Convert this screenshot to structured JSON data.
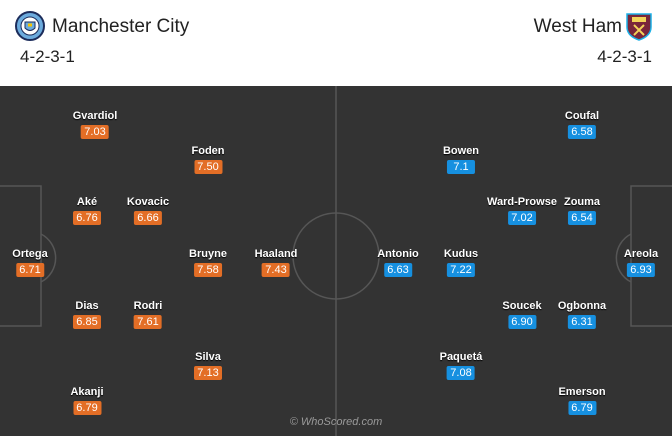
{
  "home": {
    "name": "Manchester City",
    "formation": "4-2-3-1",
    "icon": "manchester-city-crest",
    "rating_color": "#e36e26",
    "players": [
      {
        "name": "Ortega",
        "rating": "6.71"
      },
      {
        "name": "Gvardiol",
        "rating": "7.03"
      },
      {
        "name": "Aké",
        "rating": "6.76"
      },
      {
        "name": "Dias",
        "rating": "6.85"
      },
      {
        "name": "Akanji",
        "rating": "6.79"
      },
      {
        "name": "Kovacic",
        "rating": "6.66"
      },
      {
        "name": "Rodri",
        "rating": "7.61"
      },
      {
        "name": "Foden",
        "rating": "7.50"
      },
      {
        "name": "Bruyne",
        "rating": "7.58"
      },
      {
        "name": "Silva",
        "rating": "7.13"
      },
      {
        "name": "Haaland",
        "rating": "7.43"
      }
    ]
  },
  "away": {
    "name": "West Ham",
    "formation": "4-2-3-1",
    "icon": "west-ham-crest",
    "rating_color": "#1690e0",
    "players": [
      {
        "name": "Areola",
        "rating": "6.93"
      },
      {
        "name": "Coufal",
        "rating": "6.58"
      },
      {
        "name": "Zouma",
        "rating": "6.54"
      },
      {
        "name": "Ogbonna",
        "rating": "6.31"
      },
      {
        "name": "Emerson",
        "rating": "6.79"
      },
      {
        "name": "Ward-Prowse",
        "rating": "7.02"
      },
      {
        "name": "Soucek",
        "rating": "6.90"
      },
      {
        "name": "Bowen",
        "rating": "7.1"
      },
      {
        "name": "Kudus",
        "rating": "7.22"
      },
      {
        "name": "Paquetá",
        "rating": "7.08"
      },
      {
        "name": "Antonio",
        "rating": "6.63"
      }
    ]
  },
  "pitch_color": "#333333",
  "watermark": "© WhoScored.com"
}
